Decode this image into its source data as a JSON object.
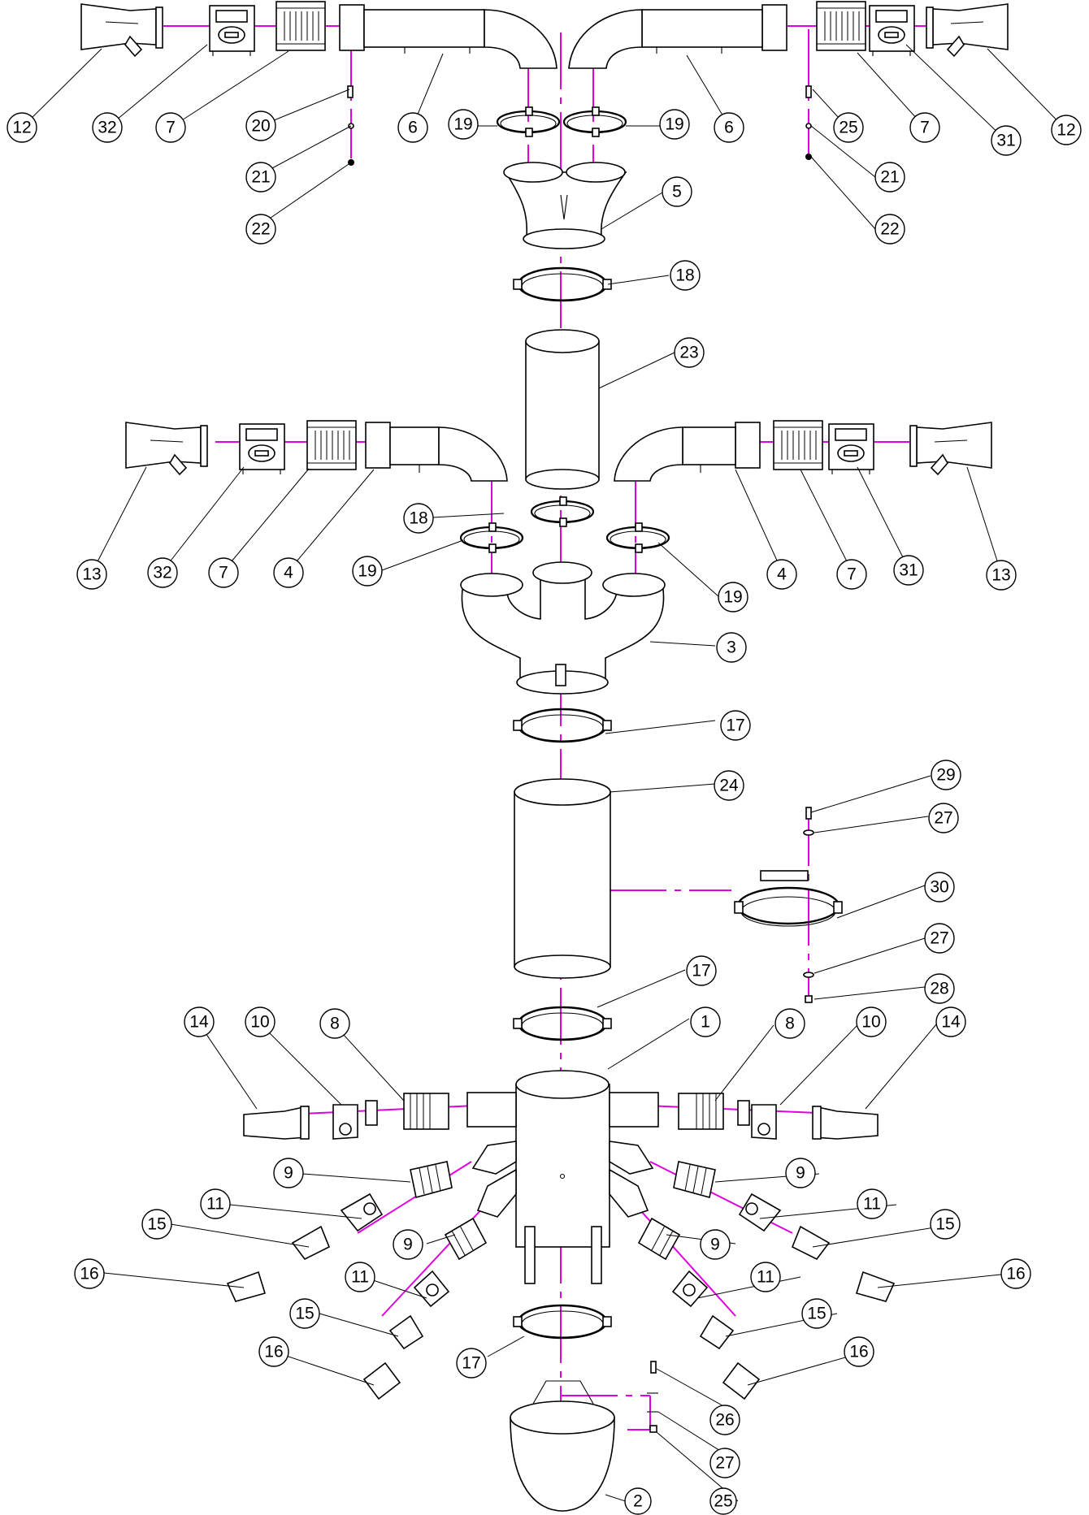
{
  "callouts": {
    "c12_left_top": "12",
    "c32_top": "32",
    "c7_top_left": "7",
    "c20": "20",
    "c6_left": "6",
    "c19_top_left": "19",
    "c19_top_right": "19",
    "c6_right": "6",
    "c25_top": "25",
    "c7_top_right": "7",
    "c31_top": "31",
    "c12_right_top": "12",
    "c21_left": "21",
    "c21_right": "21",
    "c5": "5",
    "c22_left": "22",
    "c22_right": "22",
    "c18_top": "18",
    "c23": "23",
    "c13_left": "13",
    "c32_mid": "32",
    "c7_mid_left": "7",
    "c4_left": "4",
    "c18_mid": "18",
    "c19_mid_left": "19",
    "c19_mid_right": "19",
    "c4_right": "4",
    "c7_mid_right": "7",
    "c31_mid": "31",
    "c13_right": "13",
    "c3": "3",
    "c17_top": "17",
    "c24": "24",
    "c29": "29",
    "c27_top": "27",
    "c30": "30",
    "c27_mid": "27",
    "c17_mid": "17",
    "c28": "28",
    "c1": "1",
    "c14_left": "14",
    "c10_left": "10",
    "c8_left": "8",
    "c8_right": "8",
    "c10_right": "10",
    "c14_right": "14",
    "c9_upper_left": "9",
    "c9_upper_right": "9",
    "c11_upper_left": "11",
    "c11_upper_right": "11",
    "c15_upper_left": "15",
    "c15_upper_right": "15",
    "c16_upper_left": "16",
    "c16_upper_right": "16",
    "c9_lower_left": "9",
    "c9_lower_right": "9",
    "c11_lower_left": "11",
    "c11_lower_right": "11",
    "c15_lower_left": "15",
    "c15_lower_right": "15",
    "c16_lower_left": "16",
    "c16_lower_right": "16",
    "c17_bottom": "17",
    "c26": "26",
    "c27_bottom": "27",
    "c2": "2",
    "c25_bottom": "25"
  },
  "colors": {
    "axis": "#e000e0",
    "line": "#000000"
  }
}
